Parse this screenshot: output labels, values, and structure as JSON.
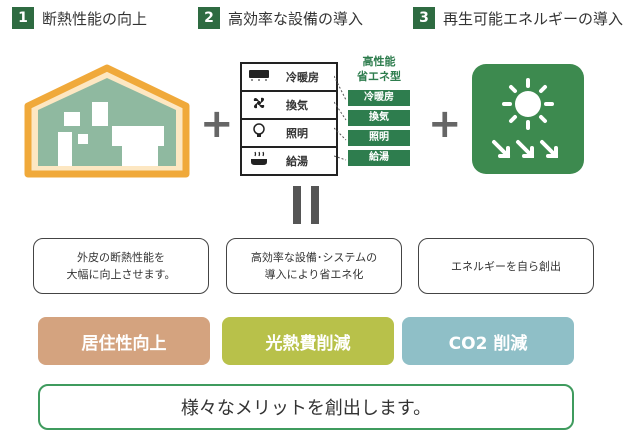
{
  "steps": [
    {
      "num": "1",
      "label": "断熱性能の向上"
    },
    {
      "num": "2",
      "label": "高効率な設備の導入"
    },
    {
      "num": "3",
      "label": "再生可能エネルギーの導入"
    }
  ],
  "plus_sign": "+",
  "equals_sign": "=",
  "equipment": [
    {
      "icon": "air-conditioner-icon",
      "label": "冷暖房"
    },
    {
      "icon": "fan-icon",
      "label": "換気"
    },
    {
      "icon": "lightbulb-icon",
      "label": "照明"
    },
    {
      "icon": "bathtub-icon",
      "label": "給湯"
    }
  ],
  "eco": {
    "title_line1": "高性能",
    "title_line2": "省エネ型",
    "items": [
      "冷暖房",
      "換気",
      "照明",
      "給湯"
    ]
  },
  "descriptions": [
    {
      "line1": "外皮の断熱性能を",
      "line2": "大幅に向上させます。"
    },
    {
      "line1": "高効率な設備･システムの",
      "line2": "導入により省エネ化"
    },
    {
      "line1": "エネルギーを自ら創出",
      "line2": ""
    }
  ],
  "merits": [
    {
      "label": "居住性向上",
      "color": "#d4a37f"
    },
    {
      "label": "光熱費削減",
      "color": "#b8c14a"
    },
    {
      "label": "CO2 削減",
      "color": "#8fbfc7"
    }
  ],
  "conclusion": "様々なメリットを創出します。",
  "colors": {
    "brand_green": "#2e6b41",
    "house_fill": "#8fb9a0",
    "house_border": "#f0a93a",
    "solar_green": "#3d8a4f"
  }
}
